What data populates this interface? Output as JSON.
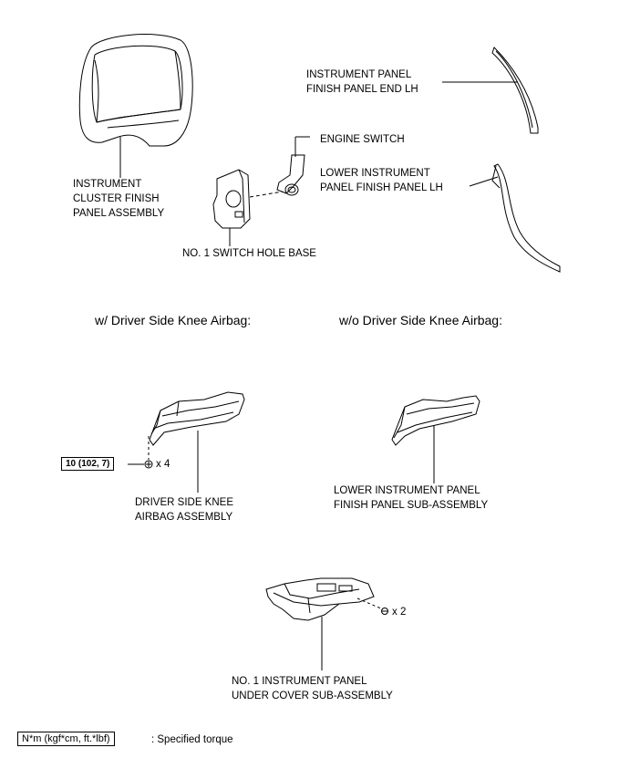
{
  "labels": {
    "cluster_l1": "INSTRUMENT",
    "cluster_l2": "CLUSTER FINISH",
    "cluster_l3": "PANEL ASSEMBLY",
    "end_lh_l1": "INSTRUMENT PANEL",
    "end_lh_l2": "FINISH PANEL END LH",
    "engine_switch": "ENGINE SWITCH",
    "lower_lh_l1": "LOWER INSTRUMENT",
    "lower_lh_l2": "PANEL FINISH PANEL LH",
    "switch_base": "NO. 1 SWITCH HOLE BASE",
    "knee_airbag_l1": "DRIVER SIDE KNEE",
    "knee_airbag_l2": "AIRBAG ASSEMBLY",
    "lower_sub_l1": "LOWER INSTRUMENT PANEL",
    "lower_sub_l2": "FINISH PANEL SUB-ASSEMBLY",
    "under_cover_l1": "NO. 1 INSTRUMENT PANEL",
    "under_cover_l2": "UNDER COVER SUB-ASSEMBLY"
  },
  "headings": {
    "with_airbag": "w/ Driver Side Knee Airbag:",
    "without_airbag": "w/o Driver Side Knee Airbag:"
  },
  "torque": {
    "value": "10 (102, 7)",
    "bolt_count": "x 4",
    "clip_count": "x 2"
  },
  "legend": {
    "units": "N*m (kgf*cm, ft.*lbf)",
    "text": ": Specified torque"
  }
}
